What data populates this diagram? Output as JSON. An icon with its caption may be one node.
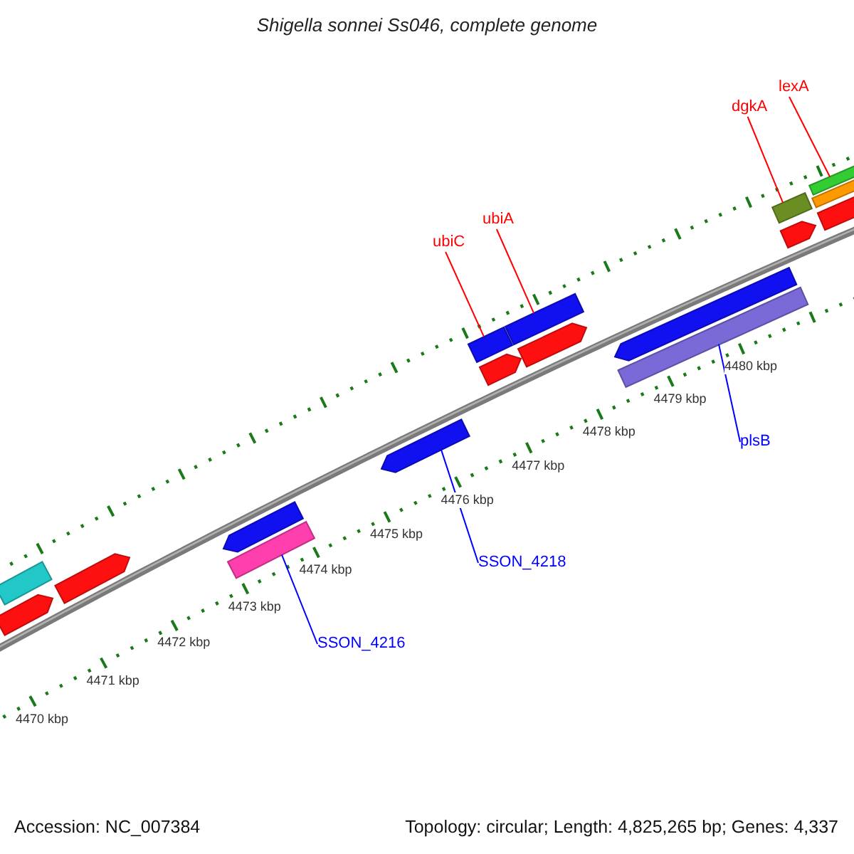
{
  "diagram": {
    "title": "Shigella sonnei Ss046, complete genome",
    "nodes": [
      {
        "text": [
          "lexA"
        ]
      },
      {
        "text": [
          "dgkA"
        ]
      },
      {
        "text": [
          "ubiA"
        ]
      },
      {
        "text": [
          "ubiC"
        ]
      },
      {
        "text": [
          "plsB"
        ]
      },
      {
        "text": [
          "SSON_4218"
        ]
      },
      {
        "text": [
          "SSON_4216"
        ]
      },
      {
        "text": [],
        "shape": "bar"
      },
      {
        "text": [],
        "shape": "arrow"
      },
      {
        "text": [],
        "shape": "arrow"
      },
      {
        "text": [],
        "shape": "arrow"
      },
      {
        "text": [],
        "shape": "bar"
      },
      {
        "text": [],
        "shape": "arrow"
      },
      {
        "text": [],
        "shape": "bar"
      },
      {
        "text": [],
        "shape": "arrow"
      },
      {
        "text": [],
        "shape": "bar"
      },
      {
        "text": [],
        "shape": "arrow"
      },
      {
        "text": [],
        "shape": "arrow"
      },
      {
        "text": [],
        "shape": "bar"
      },
      {
        "text": [],
        "shape": "bar"
      },
      {
        "text": [],
        "shape": "arrow"
      },
      {
        "text": [],
        "shape": "bar"
      },
      {
        "text": [],
        "shape": "bar"
      },
      {
        "text": [],
        "shape": "bar"
      }
    ],
    "edges": [
      {
        "from": 0,
        "to": 21,
        "arrow": "none"
      },
      {
        "from": 1,
        "to": 19,
        "arrow": "none"
      },
      {
        "from": 2,
        "to": 15,
        "arrow": "none"
      },
      {
        "from": 3,
        "to": 13,
        "arrow": "none"
      },
      {
        "from": 4,
        "to": 18,
        "arrow": "none",
        "color": "#0000ff"
      },
      {
        "from": 5,
        "to": 12,
        "arrow": "none",
        "color": "#0000ff"
      },
      {
        "from": 6,
        "to": 11,
        "arrow": "none",
        "color": "#0000ff"
      }
    ],
    "labels": [
      "4470 kbp",
      "4471 kbp",
      "4472 kbp",
      "4473 kbp",
      "4474 kbp",
      "4475 kbp",
      "4476 kbp",
      "4477 kbp",
      "4478 kbp",
      "4479 kbp",
      "4480 kbp",
      "Accession: NC_007384",
      "Topology: circular; Length: 4,825,265 bp; Genes: 4,337"
    ]
  }
}
